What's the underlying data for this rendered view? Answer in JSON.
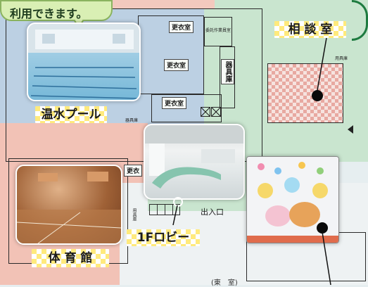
{
  "bubble": {
    "text": "利用できます。"
  },
  "rooms": {
    "changing_room_top": "更衣室",
    "changing_room_left": "更衣室",
    "changing_room_mid": "更衣室",
    "changing_room_lower": "更衣",
    "staff_room": "委託作業員室",
    "storage_vertical": "器具庫",
    "storage_small": "器具庫",
    "storage_right": "用具庫",
    "side_label": "用具庫",
    "entrance": "出入口"
  },
  "labels": {
    "consult_room": "相 談 室",
    "pool": "温水プール",
    "gym": "体 育 館",
    "lobby": "1Fロビー"
  },
  "misc": {
    "bottom_text": "(東　室)"
  },
  "icons": {
    "consult_pointer": "dot",
    "lobby_pointer": "circle-ring",
    "kids_pointer": "dot"
  },
  "colors": {
    "label_yellow": "#ffea7d",
    "plan_blue": "#bcd0e3",
    "plan_green": "#c9e5cf",
    "plan_pink": "#f2c2b6",
    "bubble_green": "#d9efb4"
  }
}
